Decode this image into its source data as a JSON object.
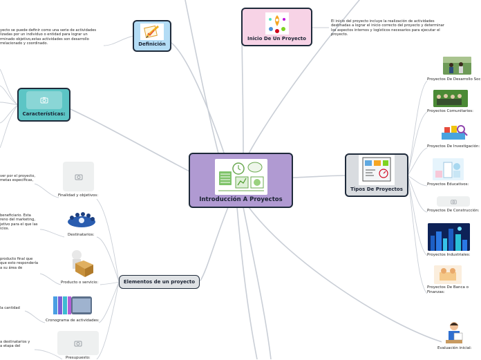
{
  "central": {
    "title": "Introducción A Proyectos"
  },
  "nodes": {
    "definicion": "Definición",
    "inicio": "Inicio De Un Proyecto",
    "caracteristicas": "Características:",
    "tipos": "Tipos De Proyectos",
    "elementos": "Elementos de un proyecto"
  },
  "texts": {
    "definicion": [
      "yecto se puede definir como una serie de actividades",
      "lizadas por un individuo o entidad para lograr un",
      "rminado objetivo,estas actividades son desarrollo",
      "rrelacionado y coordinado."
    ],
    "inicio": [
      "El inicio del proyecto incluye la realización de actividades",
      "destinadas a lograr el inicio correcto del proyecto y determinar",
      "los aspectos internos y logísticos necesarios para ejecutar el",
      "proyecto."
    ],
    "finalidad": [
      "ver por el proyecto,",
      "metas específicas,"
    ],
    "destinatarios": [
      "beneficiario. Esta",
      "reno del marketing,",
      "jetivo para el que las",
      "icios."
    ],
    "producto": [
      "producto final que",
      "que esto respondería",
      "a su área de"
    ],
    "cronograma": [
      "la cantidad"
    ],
    "presupuesto": [
      "a destinatarios y",
      "a etapa del"
    ]
  },
  "elementos_items": {
    "finalidad": "Finalidad y objetivos:",
    "destinatarios": "Destinatarios:",
    "producto": "Producto o servicio:",
    "cronograma": "Cronograma de actividades:",
    "presupuesto": "Presupuesto:"
  },
  "tipos_items": {
    "social": "Proyectos De Desarrollo Soc",
    "comunitarios": "Proyectos Comunitarios:",
    "investigacion": "Proyectos De Investigación:",
    "educativos": "Proyectos Educativos:",
    "construccion": "Proyectos De Construcción:",
    "industriales": "Proyectos Industriales:",
    "banca_1": "Proyectos De Banca o",
    "banca_2": "Finanzas:"
  },
  "evaluacion": {
    "inicial": "Evaluación inicial:"
  },
  "colors": {
    "central": "#b09ad2",
    "definicion": "#b3dcf5",
    "inicio": "#f7d3e6",
    "caracteristicas": "#5cc5c5",
    "tipos": "#d9dce0",
    "elementos": "#dfe2e5",
    "link": "#c9ced6"
  },
  "icons": {
    "central": "project-planning-illustration",
    "definicion": "pencil-paper-icon",
    "inicio": "team-rocket-icon",
    "caracteristicas": "camera-placeholder-icon",
    "tipos": "project-board-icon"
  }
}
